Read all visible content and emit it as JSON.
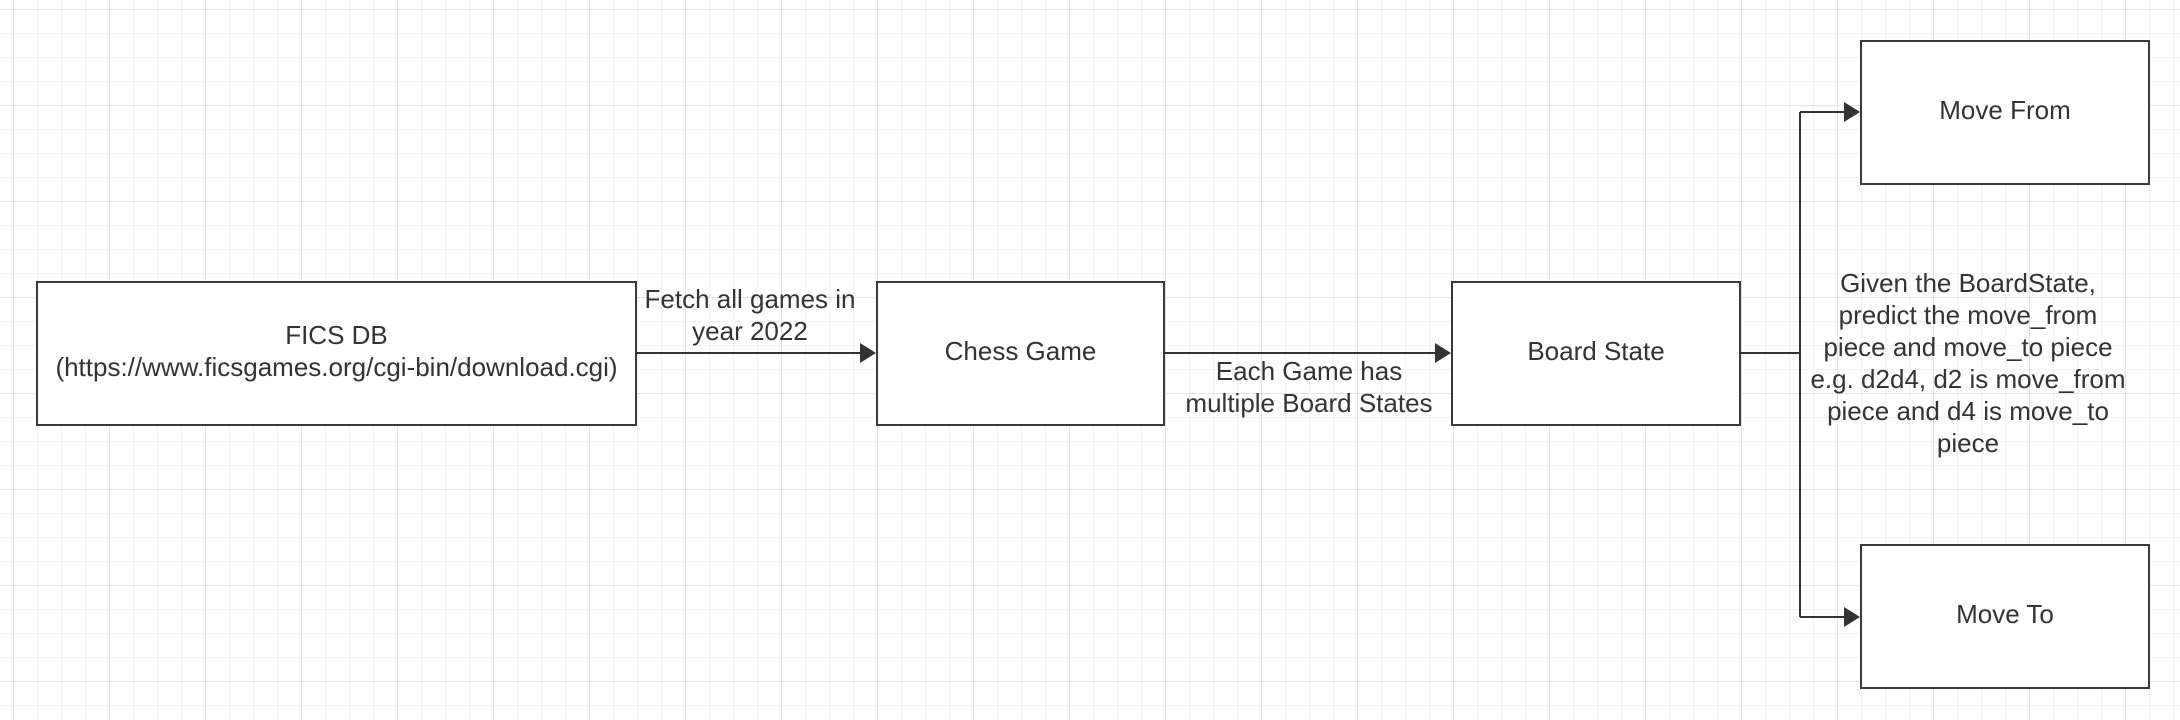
{
  "nodes": {
    "fics_db": {
      "label": "FICS DB\n(https://www.ficsgames.org/cgi-bin/download.cgi)"
    },
    "chess_game": {
      "label": "Chess Game"
    },
    "board_state": {
      "label": "Board State"
    },
    "move_from": {
      "label": "Move From"
    },
    "move_to": {
      "label": "Move To"
    }
  },
  "edges": {
    "fetch": {
      "label": "Fetch all games in\nyear 2022"
    },
    "each_game": {
      "label": "Each Game has\nmultiple Board States"
    },
    "predict": {
      "label": "Given the BoardState,\npredict the move_from\npiece and move_to piece\ne.g. d2d4, d2 is move_from\npiece and d4 is move_to\npiece"
    }
  },
  "colors": {
    "stroke": "#333333",
    "text": "#333333",
    "grid": "#e3e3e3"
  }
}
